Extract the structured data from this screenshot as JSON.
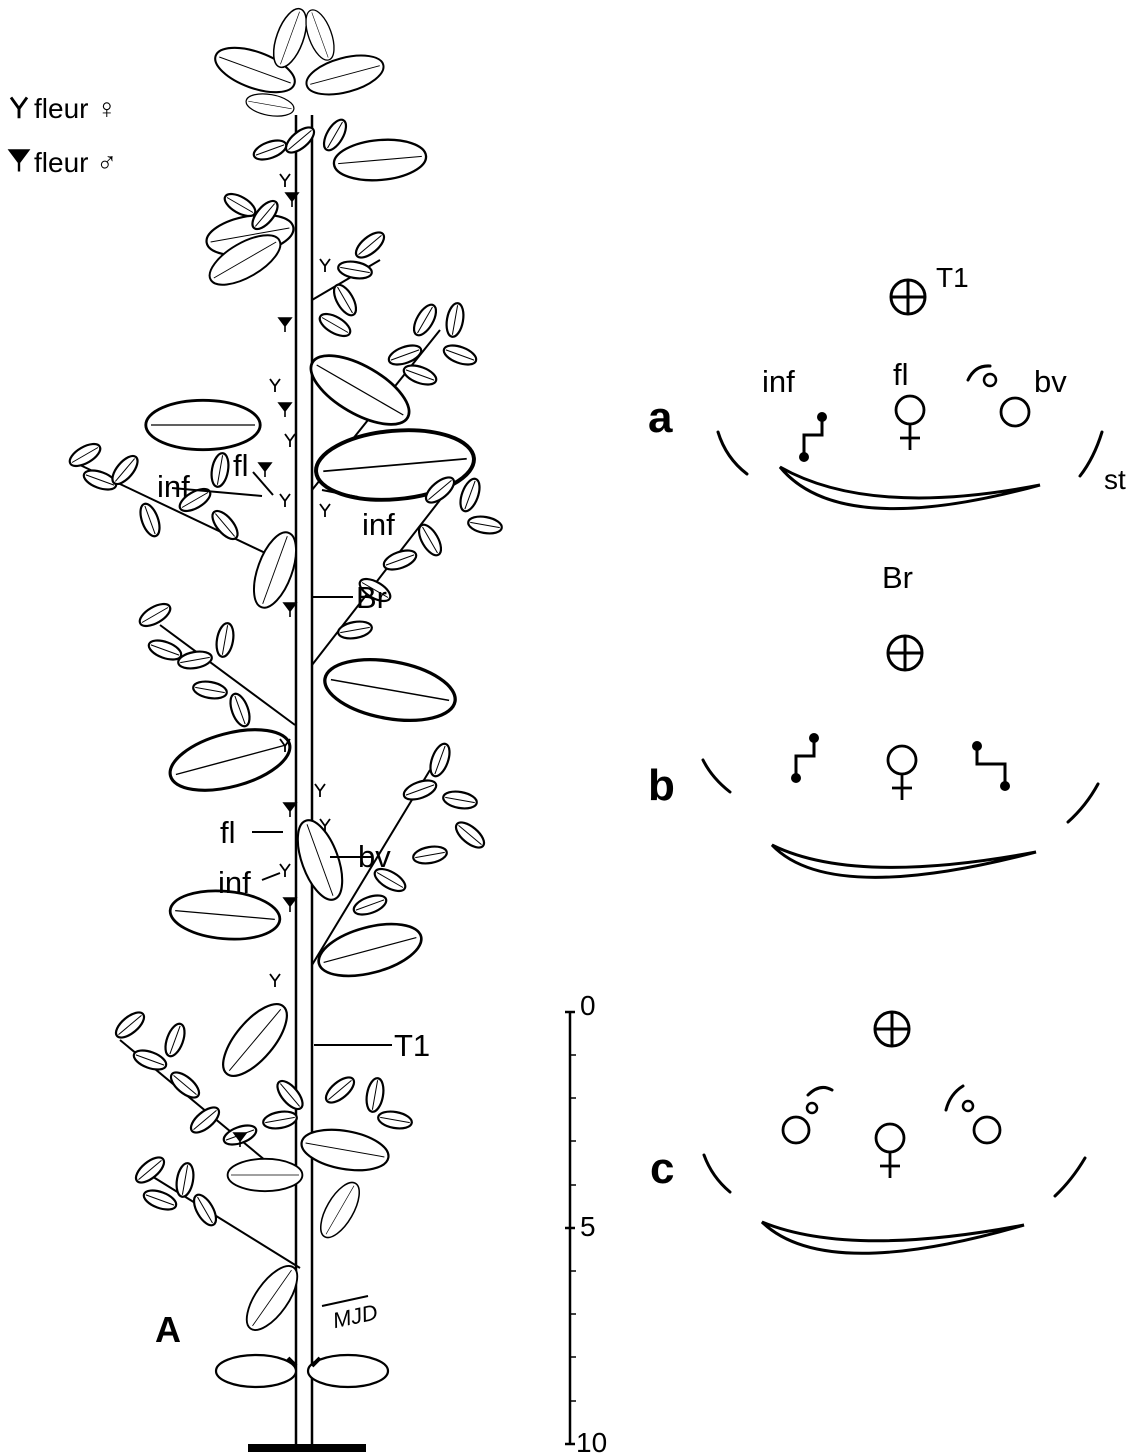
{
  "legend": {
    "female_flower": "fleur ♀",
    "male_flower": "fleur ♂"
  },
  "plant_labels": {
    "panel": "A",
    "inf_1": "inf",
    "fl_1": "fl",
    "inf_2": "inf",
    "Br": "Br",
    "fl_2": "fl",
    "bv": "bv",
    "inf_3": "inf",
    "T1": "T1",
    "signature": "MJD"
  },
  "scale": {
    "ticks": [
      "0",
      "5",
      "10"
    ]
  },
  "diagrams": {
    "a": {
      "label": "a",
      "axis": "T1",
      "inf": "inf",
      "fl": "fl",
      "bv": "bv",
      "st": "st",
      "br": "Br",
      "female_symbol": "♀"
    },
    "b": {
      "label": "b",
      "female_symbol": "♀"
    },
    "c": {
      "label": "c",
      "female_symbol": "♀"
    }
  },
  "colors": {
    "ink": "#000000",
    "paper": "#ffffff"
  }
}
